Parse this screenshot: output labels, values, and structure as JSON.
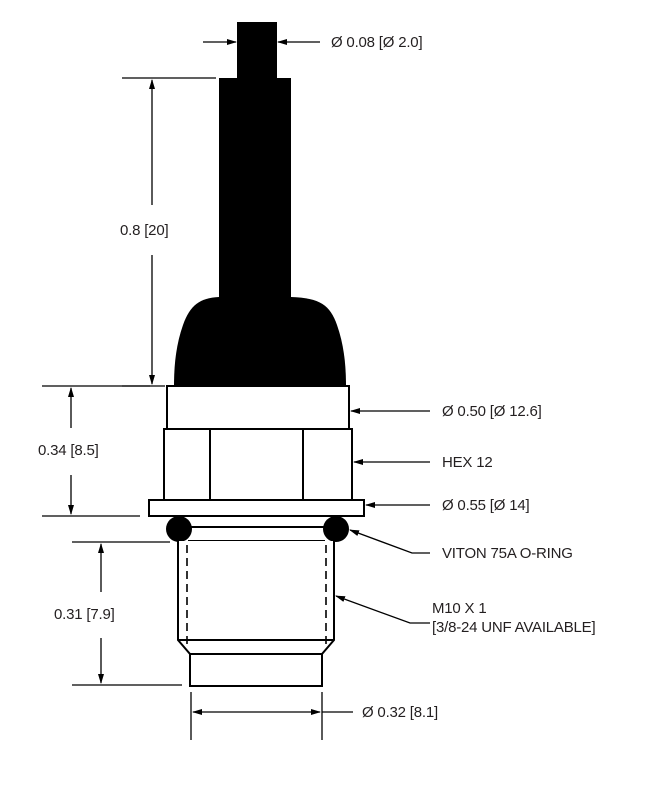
{
  "drawing": {
    "title": "Pressure transducer dimensional drawing",
    "colors": {
      "ink": "#000000",
      "text": "#231f20",
      "background": "#ffffff"
    },
    "dimensions": {
      "wire_diameter": "Ø 0.08 [Ø 2.0]",
      "cable_length": "0.8 [20]",
      "body_height": "0.34 [8.5]",
      "thread_length": "0.31 [7.9]",
      "thread_diameter": "Ø 0.32 [8.1]"
    },
    "callouts": {
      "collar_diameter": "Ø 0.50 [Ø 12.6]",
      "hex": "HEX 12",
      "flange_diameter": "Ø 0.55 [Ø 14]",
      "oring": "VITON 75A O-RING",
      "thread_line1": "M10 X 1",
      "thread_line2": "[3/8-24 UNF AVAILABLE]"
    }
  }
}
